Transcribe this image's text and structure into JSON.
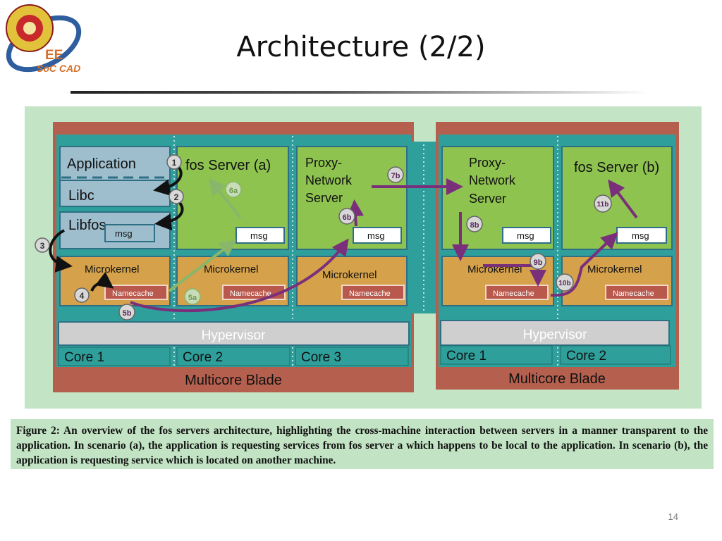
{
  "slide": {
    "title": "Architecture (2/2)",
    "page_number": "14",
    "logo": {
      "text": "EE",
      "subtext": "SoC CAD"
    }
  },
  "diagram": {
    "machine_a": {
      "blade_label": "Multicore Blade",
      "hypervisor_label": "Hypervisor",
      "cores": [
        "Core 1",
        "Core 2",
        "Core 3"
      ],
      "application": "Application",
      "libc": "Libc",
      "libfos": "Libfos",
      "fos_server": "fos Server (a)",
      "proxy_server": [
        "Proxy-",
        "Network",
        "Server"
      ],
      "microkernel": "Microkernel",
      "namecache": "Namecache",
      "msg": "msg"
    },
    "machine_b": {
      "blade_label": "Multicore Blade",
      "hypervisor_label": "Hypervisor",
      "cores": [
        "Core 1",
        "Core 2"
      ],
      "proxy_server": [
        "Proxy-",
        "Network",
        "Server"
      ],
      "fos_server": "fos Server (b)",
      "microkernel": "Microkernel",
      "namecache": "Namecache",
      "msg": "msg"
    },
    "step_badges": [
      "1",
      "2",
      "3",
      "4",
      "5a",
      "5b",
      "6a",
      "6b",
      "7b",
      "8b",
      "9b",
      "10b",
      "11b"
    ],
    "colors": {
      "panel_bg": "#c3e5c5",
      "blade": "#b5604e",
      "teal": "#2f9f9b",
      "green_server": "#8fc350",
      "orange_kernel": "#d5a14a",
      "hypervisor": "#cfcfcf",
      "app_blue": "#9fbecd",
      "namecache": "#b9584c",
      "arrow_purple": "#7a2f7b",
      "arrow_green": "#88b66a",
      "arrow_black": "#111111"
    }
  },
  "caption": {
    "text": "Figure 2: An overview of the fos servers architecture, highlighting the cross-machine interaction between servers in a manner transparent to the application. In scenario (a), the application is requesting services from fos server a which happens to be local to the application. In scenario (b), the application is requesting service which is located on another machine."
  }
}
